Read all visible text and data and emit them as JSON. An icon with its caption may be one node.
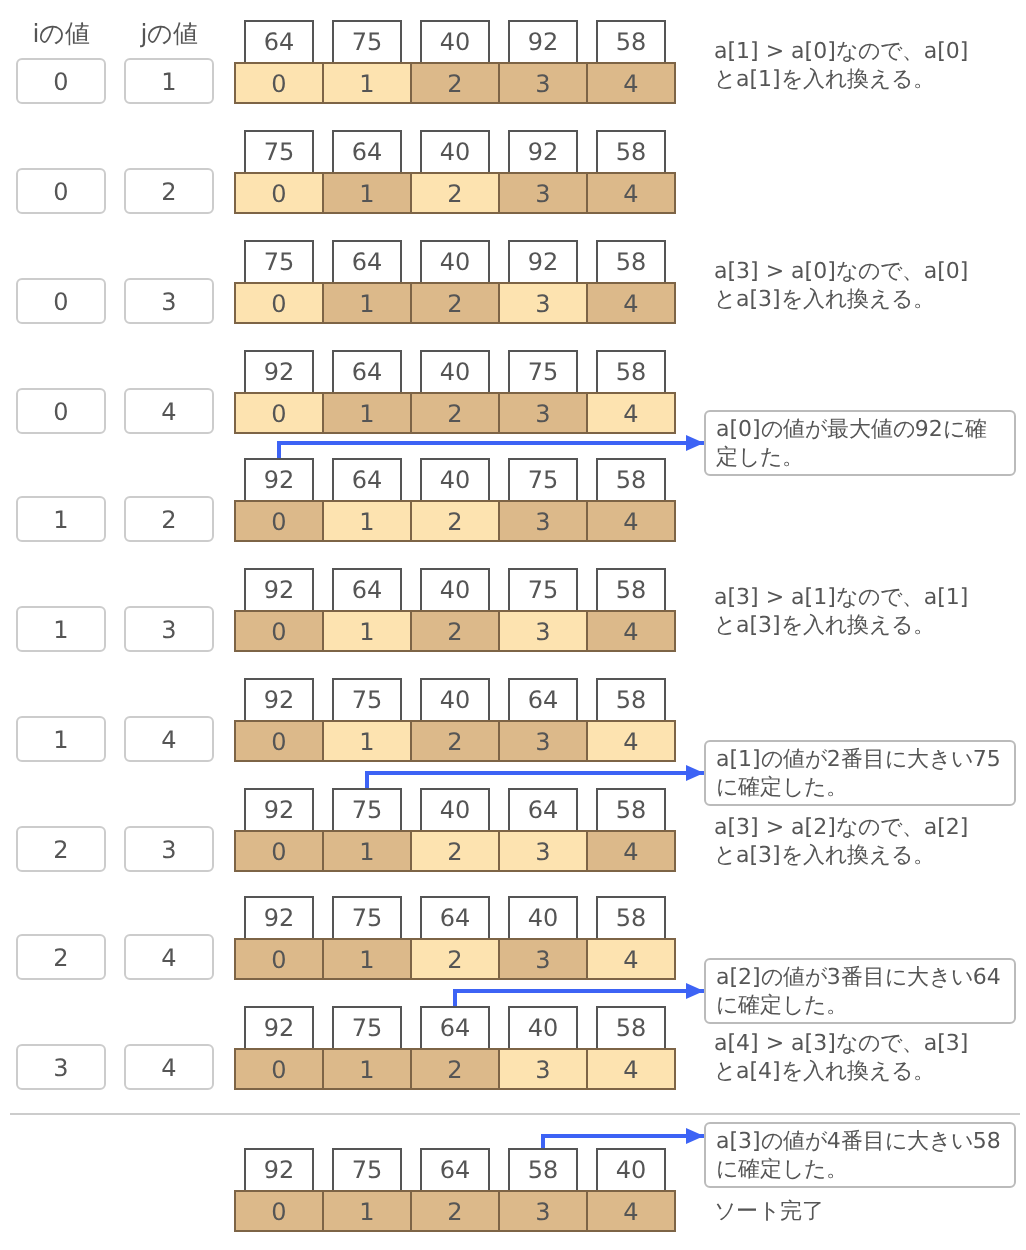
{
  "diagram": {
    "nodes": [
      {
        "text": [
          "0"
        ]
      },
      {
        "text": [
          "1"
        ]
      },
      {
        "text": [
          "64"
        ]
      },
      {
        "text": [
          "75"
        ]
      },
      {
        "text": [
          "40"
        ]
      },
      {
        "text": [
          "92"
        ]
      },
      {
        "text": [
          "58"
        ]
      },
      {
        "text": [
          "0"
        ]
      },
      {
        "text": [
          "1"
        ]
      },
      {
        "text": [
          "2"
        ]
      },
      {
        "text": [
          "3"
        ]
      },
      {
        "text": [
          "4"
        ]
      },
      {
        "text": [
          "0"
        ]
      },
      {
        "text": [
          "2"
        ]
      },
      {
        "text": [
          "75"
        ]
      },
      {
        "text": [
          "64"
        ]
      },
      {
        "text": [
          "40"
        ]
      },
      {
        "text": [
          "92"
        ]
      },
      {
        "text": [
          "58"
        ]
      },
      {
        "text": [
          "0"
        ]
      },
      {
        "text": [
          "1"
        ]
      },
      {
        "text": [
          "2"
        ]
      },
      {
        "text": [
          "3"
        ]
      },
      {
        "text": [
          "4"
        ]
      },
      {
        "text": [
          "0"
        ]
      },
      {
        "text": [
          "3"
        ]
      },
      {
        "text": [
          "75"
        ]
      },
      {
        "text": [
          "64"
        ]
      },
      {
        "text": [
          "40"
        ]
      },
      {
        "text": [
          "92"
        ]
      },
      {
        "text": [
          "58"
        ]
      },
      {
        "text": [
          "0"
        ]
      },
      {
        "text": [
          "1"
        ]
      },
      {
        "text": [
          "2"
        ]
      },
      {
        "text": [
          "3"
        ]
      },
      {
        "text": [
          "4"
        ]
      },
      {
        "text": [
          "0"
        ]
      },
      {
        "text": [
          "4"
        ]
      },
      {
        "text": [
          "92"
        ]
      },
      {
        "text": [
          "64"
        ]
      },
      {
        "text": [
          "40"
        ]
      },
      {
        "text": [
          "75"
        ]
      },
      {
        "text": [
          "58"
        ]
      },
      {
        "text": [
          "0"
        ]
      },
      {
        "text": [
          "1"
        ]
      },
      {
        "text": [
          "2"
        ]
      },
      {
        "text": [
          "3"
        ]
      },
      {
        "text": [
          "4"
        ]
      },
      {
        "text": [
          "a[0]の値が最大値の92に確定した。"
        ]
      },
      {
        "text": [
          "1"
        ]
      },
      {
        "text": [
          "2"
        ]
      },
      {
        "text": [
          "92"
        ]
      },
      {
        "text": [
          "64"
        ]
      },
      {
        "text": [
          "40"
        ]
      },
      {
        "text": [
          "75"
        ]
      },
      {
        "text": [
          "58"
        ]
      },
      {
        "text": [
          "0"
        ]
      },
      {
        "text": [
          "1"
        ]
      },
      {
        "text": [
          "2"
        ]
      },
      {
        "text": [
          "3"
        ]
      },
      {
        "text": [
          "4"
        ]
      },
      {
        "text": [
          "1"
        ]
      },
      {
        "text": [
          "3"
        ]
      },
      {
        "text": [
          "92"
        ]
      },
      {
        "text": [
          "64"
        ]
      },
      {
        "text": [
          "40"
        ]
      },
      {
        "text": [
          "75"
        ]
      },
      {
        "text": [
          "58"
        ]
      },
      {
        "text": [
          "0"
        ]
      },
      {
        "text": [
          "1"
        ]
      },
      {
        "text": [
          "2"
        ]
      },
      {
        "text": [
          "3"
        ]
      },
      {
        "text": [
          "4"
        ]
      },
      {
        "text": [
          "1"
        ]
      },
      {
        "text": [
          "4"
        ]
      },
      {
        "text": [
          "92"
        ]
      },
      {
        "text": [
          "75"
        ]
      },
      {
        "text": [
          "40"
        ]
      },
      {
        "text": [
          "64"
        ]
      },
      {
        "text": [
          "58"
        ]
      },
      {
        "text": [
          "0"
        ]
      },
      {
        "text": [
          "1"
        ]
      },
      {
        "text": [
          "2"
        ]
      },
      {
        "text": [
          "3"
        ]
      },
      {
        "text": [
          "4"
        ]
      },
      {
        "text": [
          "a[1]の値が2番目に大きい75に確定した。"
        ]
      },
      {
        "text": [
          "2"
        ]
      },
      {
        "text": [
          "3"
        ]
      },
      {
        "text": [
          "92"
        ]
      },
      {
        "text": [
          "75"
        ]
      },
      {
        "text": [
          "40"
        ]
      },
      {
        "text": [
          "64"
        ]
      },
      {
        "text": [
          "58"
        ]
      },
      {
        "text": [
          "0"
        ]
      },
      {
        "text": [
          "1"
        ]
      },
      {
        "text": [
          "2"
        ]
      },
      {
        "text": [
          "3"
        ]
      },
      {
        "text": [
          "4"
        ]
      },
      {
        "text": [
          "2"
        ]
      },
      {
        "text": [
          "4"
        ]
      },
      {
        "text": [
          "92"
        ]
      },
      {
        "text": [
          "75"
        ]
      },
      {
        "text": [
          "64"
        ]
      },
      {
        "text": [
          "40"
        ]
      },
      {
        "text": [
          "58"
        ]
      },
      {
        "text": [
          "0"
        ]
      },
      {
        "text": [
          "1"
        ]
      },
      {
        "text": [
          "2"
        ]
      },
      {
        "text": [
          "3"
        ]
      },
      {
        "text": [
          "4"
        ]
      },
      {
        "text": [
          "a[2]の値が3番目に大きい64に確定した。"
        ]
      },
      {
        "text": [
          "3"
        ]
      },
      {
        "text": [
          "4"
        ]
      },
      {
        "text": [
          "92"
        ]
      },
      {
        "text": [
          "75"
        ]
      },
      {
        "text": [
          "64"
        ]
      },
      {
        "text": [
          "40"
        ]
      },
      {
        "text": [
          "58"
        ]
      },
      {
        "text": [
          "0"
        ]
      },
      {
        "text": [
          "1"
        ]
      },
      {
        "text": [
          "2"
        ]
      },
      {
        "text": [
          "3"
        ]
      },
      {
        "text": [
          "4"
        ]
      },
      {
        "text": [
          "a[3]の値が4番目に大きい58に確定した。"
        ]
      },
      {
        "text": [
          "92"
        ]
      },
      {
        "text": [
          "75"
        ]
      },
      {
        "text": [
          "64"
        ]
      },
      {
        "text": [
          "58"
        ]
      },
      {
        "text": [
          "40"
        ]
      },
      {
        "text": [
          "0"
        ]
      },
      {
        "text": [
          "1"
        ]
      },
      {
        "text": [
          "2"
        ]
      },
      {
        "text": [
          "3"
        ]
      },
      {
        "text": [
          "4"
        ]
      }
    ],
    "edges": [
      {
        "from": 51,
        "to": 48,
        "arrow": "to"
      },
      {
        "from": 89,
        "to": 85,
        "arrow": "to"
      },
      {
        "from": 115,
        "to": 110,
        "arrow": "to"
      },
      {
        "from": 127,
        "to": 123,
        "arrow": "to"
      }
    ],
    "labels": [
      "iの値",
      "jの値",
      "a[1] > a[0]なので、a[0]とa[1]を入れ換える。",
      "a[3] > a[0]なので、a[0]とa[3]を入れ換える。",
      "a[3] > a[1]なので、a[1]とa[3]を入れ換える。",
      "a[3] > a[2]なので、a[2]とa[3]を入れ換える。",
      "a[4] > a[3]なので、a[3]とa[4]を入れ換える。",
      "ソート完了"
    ]
  }
}
